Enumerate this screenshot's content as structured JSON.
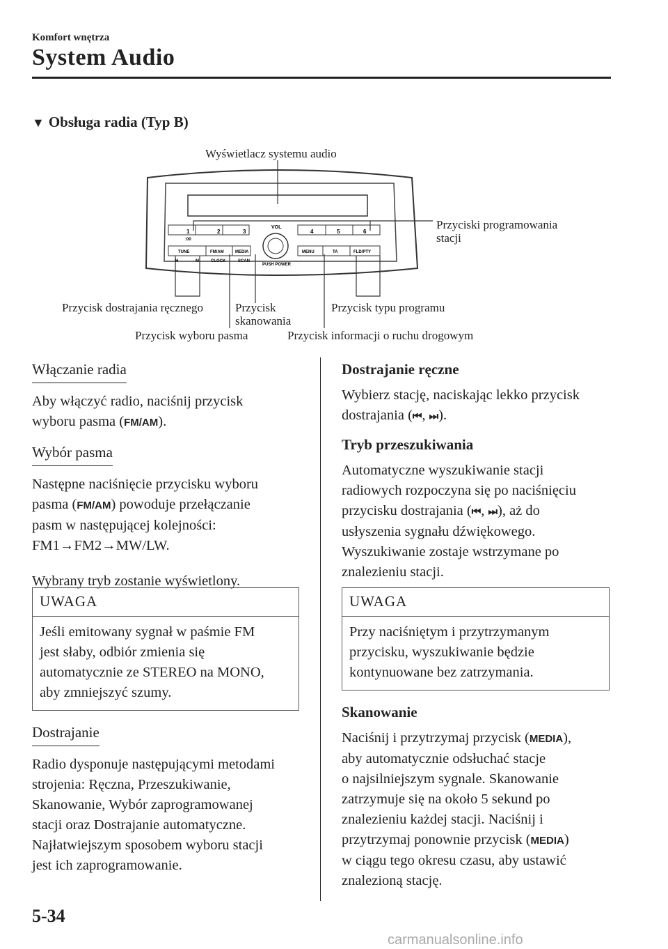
{
  "header": {
    "section": "Komfort wnętrza",
    "title": "System Audio"
  },
  "section_title": "Obsługa radia (Typ B)",
  "figure": {
    "labels": {
      "display": "Wyświetlacz systemu audio",
      "preset": "Przyciski programowania stacji",
      "manual_tune": "Przycisk dostrajania ręcznego",
      "scan": "Przycisk skanowania",
      "pty": "Przycisk typu programu",
      "band": "Przycisk wyboru pasma",
      "traffic": "Przycisk informacji o ruchu drogowym"
    },
    "buttons": {
      "p1": "1",
      "p2": "2",
      "p3": "3",
      "p4": "4",
      "p5": "5",
      "p6": "6",
      "vol": "VOL",
      "push": "PUSH POWER",
      "tune": "TUNE",
      "fmam": "FM/AM",
      "media": "MEDIA",
      "menu": "MENU",
      "ta": "TA",
      "fld": "FLD/PTY",
      "h": "H",
      "m": "M",
      "clock": "CLOCK",
      "scanlbl": "SCAN",
      "zero": ":00"
    }
  },
  "left": {
    "h1": "Włączanie radia",
    "p1a": "Aby włączyć radio, naciśnij przycisk",
    "p1b": "wyboru pasma (",
    "btn_fmam": "FM/AM",
    "close": ").",
    "h2": "Wybór pasma",
    "p2a": "Następne naciśnięcie przycisku wyboru",
    "p2b": "pasma (",
    "p2c": ") powoduje przełączanie",
    "p2d": "pasm w następującej kolejności:",
    "p2e": "FM1→FM2→MW/LW.",
    "p3": "Wybrany tryb zostanie wyświetlony.",
    "note_h": "UWAGA",
    "note_1": "Jeśli emitowany sygnał w paśmie FM",
    "note_2": "jest słaby, odbiór zmienia się",
    "note_3": "automatycznie ze STEREO na MONO,",
    "note_4": "aby zmniejszyć szumy.",
    "h3": "Dostrajanie",
    "p4_1": "Radio dysponuje następującymi metodami",
    "p4_2": "strojenia: Ręczna, Przeszukiwanie,",
    "p4_3": "Skanowanie, Wybór zaprogramowanej",
    "p4_4": "stacji oraz Dostrajanie automatyczne.",
    "p4_5": "Najłatwiejszym sposobem wyboru stacji",
    "p4_6": "jest ich zaprogramowanie."
  },
  "right": {
    "h1": "Dostrajanie ręczne",
    "p1a": "Wybierz stację, naciskając lekko przycisk",
    "p1b": "dostrajania (",
    "sym_prev": "⏮",
    "comma": ", ",
    "sym_next": "⏭",
    "close": ").",
    "h2": "Tryb przeszukiwania",
    "p2_1": "Automatyczne wyszukiwanie stacji",
    "p2_2": "radiowych rozpoczyna się po naciśnięciu",
    "p2_3a": "przycisku dostrajania (",
    "p2_3b": "), aż do",
    "p2_4": "usłyszenia sygnału dźwiękowego.",
    "p2_5": "Wyszukiwanie zostaje wstrzymane po",
    "p2_6": "znalezieniu stacji.",
    "note_h": "UWAGA",
    "note_1": "Przy naciśniętym i przytrzymanym",
    "note_2": "przycisku, wyszukiwanie będzie",
    "note_3": "kontynuowane bez zatrzymania.",
    "h3": "Skanowanie",
    "p3_1a": "Naciśnij i przytrzymaj przycisk (",
    "btn_media": "MEDIA",
    "p3_1b": "),",
    "p3_2": "aby automatycznie odsłuchać stacje",
    "p3_3": "o najsilniejszym sygnale. Skanowanie",
    "p3_4": "zatrzymuje się na około 5 sekund po",
    "p3_5": "znalezieniu każdej stacji. Naciśnij i",
    "p3_6a": "przytrzymaj ponownie przycisk (",
    "p3_6b": ")",
    "p3_7": "w ciągu tego okresu czasu, aby ustawić",
    "p3_8": "znalezioną stację."
  },
  "page_number": "5-34",
  "watermark": "carmanualsonline.info"
}
